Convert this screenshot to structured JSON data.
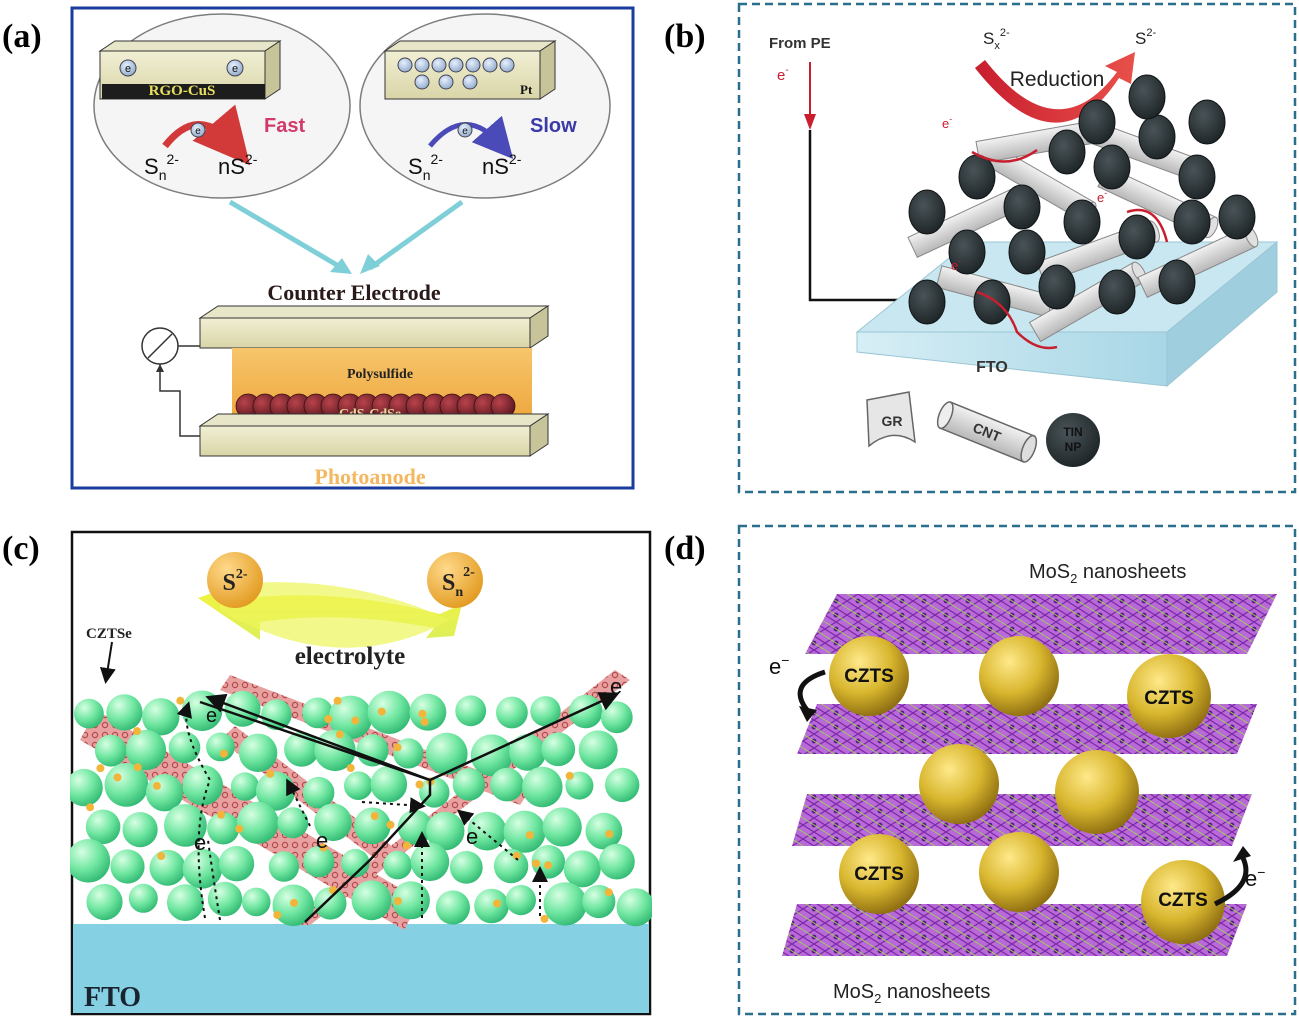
{
  "panels": {
    "a": {
      "label": "(a)",
      "material_left": "RGO-CuS",
      "material_right": "Pt",
      "electron": "e",
      "fast": "Fast",
      "slow": "Slow",
      "sn": "S",
      "sn_sub": "n",
      "sn_sup": "2-",
      "ns": "nS",
      "ns_sup": "2-",
      "counter_electrode": "Counter Electrode",
      "polysulfide": "Polysulfide",
      "cds_cdse": "CdS-CdSe",
      "photoanode": "Photoanode"
    },
    "b": {
      "label": "(b)",
      "from_pe": "From PE",
      "electron": "e",
      "electron_sup": "-",
      "sx": "S",
      "sx_sub": "x",
      "sx_sup": "2-",
      "s2": "S",
      "s2_sup": "2-",
      "reduction": "Reduction",
      "fto": "FTO",
      "gr": "GR",
      "cnt": "CNT",
      "tin_np_line1": "TIN",
      "tin_np_line2": "NP"
    },
    "c": {
      "label": "(c)",
      "s2": "S",
      "s2_sup": "2-",
      "sn": "S",
      "sn_sub": "n",
      "sn_sup": "2-",
      "electrolyte": "electrolyte",
      "czts_e": "CZTSe",
      "electron": "e",
      "fto": "FTO"
    },
    "d": {
      "label": "(d)",
      "mos2_top_pre": "MoS",
      "mos2_sub": "2",
      "mos2_top_post": " nanosheets",
      "mos2_bottom_pre": "MoS",
      "mos2_bottom_post": " nanosheets",
      "czts": "CZTS",
      "electron": "e",
      "electron_sup": "−"
    }
  }
}
